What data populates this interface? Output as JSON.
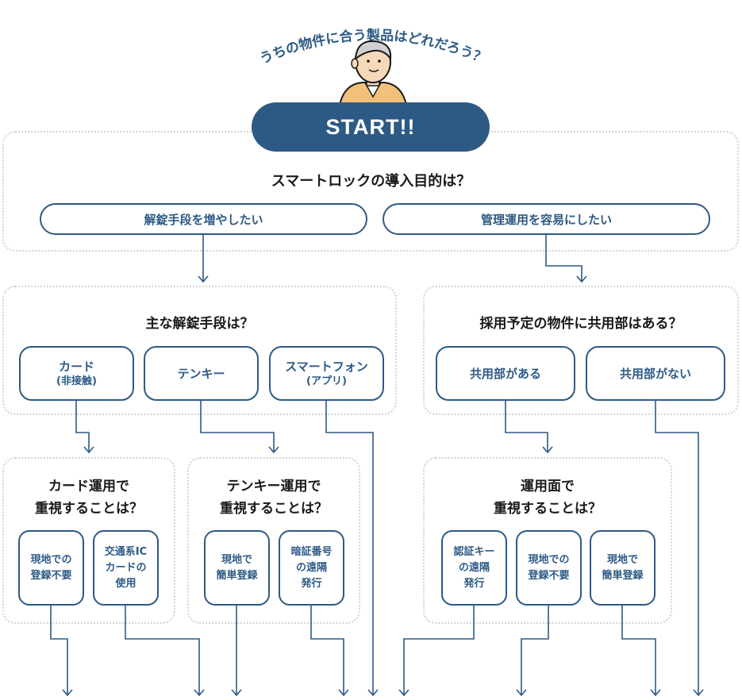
{
  "header": {
    "speech": "うちの物件に合う製品はどれだろう？",
    "start_label": "START!!"
  },
  "q1": {
    "question": "スマートロックの導入目的は？",
    "options": [
      "解錠手段を増やしたい",
      "管理運用を容易にしたい"
    ]
  },
  "q2": {
    "question": "主な解錠手段は？",
    "options": [
      {
        "main": "カード",
        "sub": "(非接触)"
      },
      {
        "main": "テンキー",
        "sub": ""
      },
      {
        "main": "スマートフォン",
        "sub": "(アプリ)"
      }
    ]
  },
  "q3": {
    "question": "採用予定の物件に共用部はある？",
    "options": [
      "共用部がある",
      "共用部がない"
    ]
  },
  "card_ops": {
    "title_line1": "カード運用で",
    "title_line2": "重視することは？",
    "options": [
      {
        "l1": "現地での",
        "l2": "登録不要",
        "l3": ""
      },
      {
        "l1": "交通系IC",
        "l2": "カードの",
        "l3": "使用"
      }
    ]
  },
  "tenkey_ops": {
    "title_line1": "テンキー運用で",
    "title_line2": "重視することは？",
    "options": [
      {
        "l1": "現地で",
        "l2": "簡単登録",
        "l3": ""
      },
      {
        "l1": "暗証番号",
        "l2": "の遠隔",
        "l3": "発行"
      }
    ]
  },
  "ops_face": {
    "title_line1": "運用面で",
    "title_line2": "重視することは？",
    "options": [
      {
        "l1": "認証キー",
        "l2": "の遠隔",
        "l3": "発行"
      },
      {
        "l1": "現地での",
        "l2": "登録不要",
        "l3": ""
      },
      {
        "l1": "現地で",
        "l2": "簡単登録",
        "l3": ""
      }
    ]
  },
  "colors": {
    "accent": "#2d5a85",
    "panel_border": "#d4d4d4",
    "skin": "#f6d9b8",
    "shirt": "#f1c07a"
  }
}
